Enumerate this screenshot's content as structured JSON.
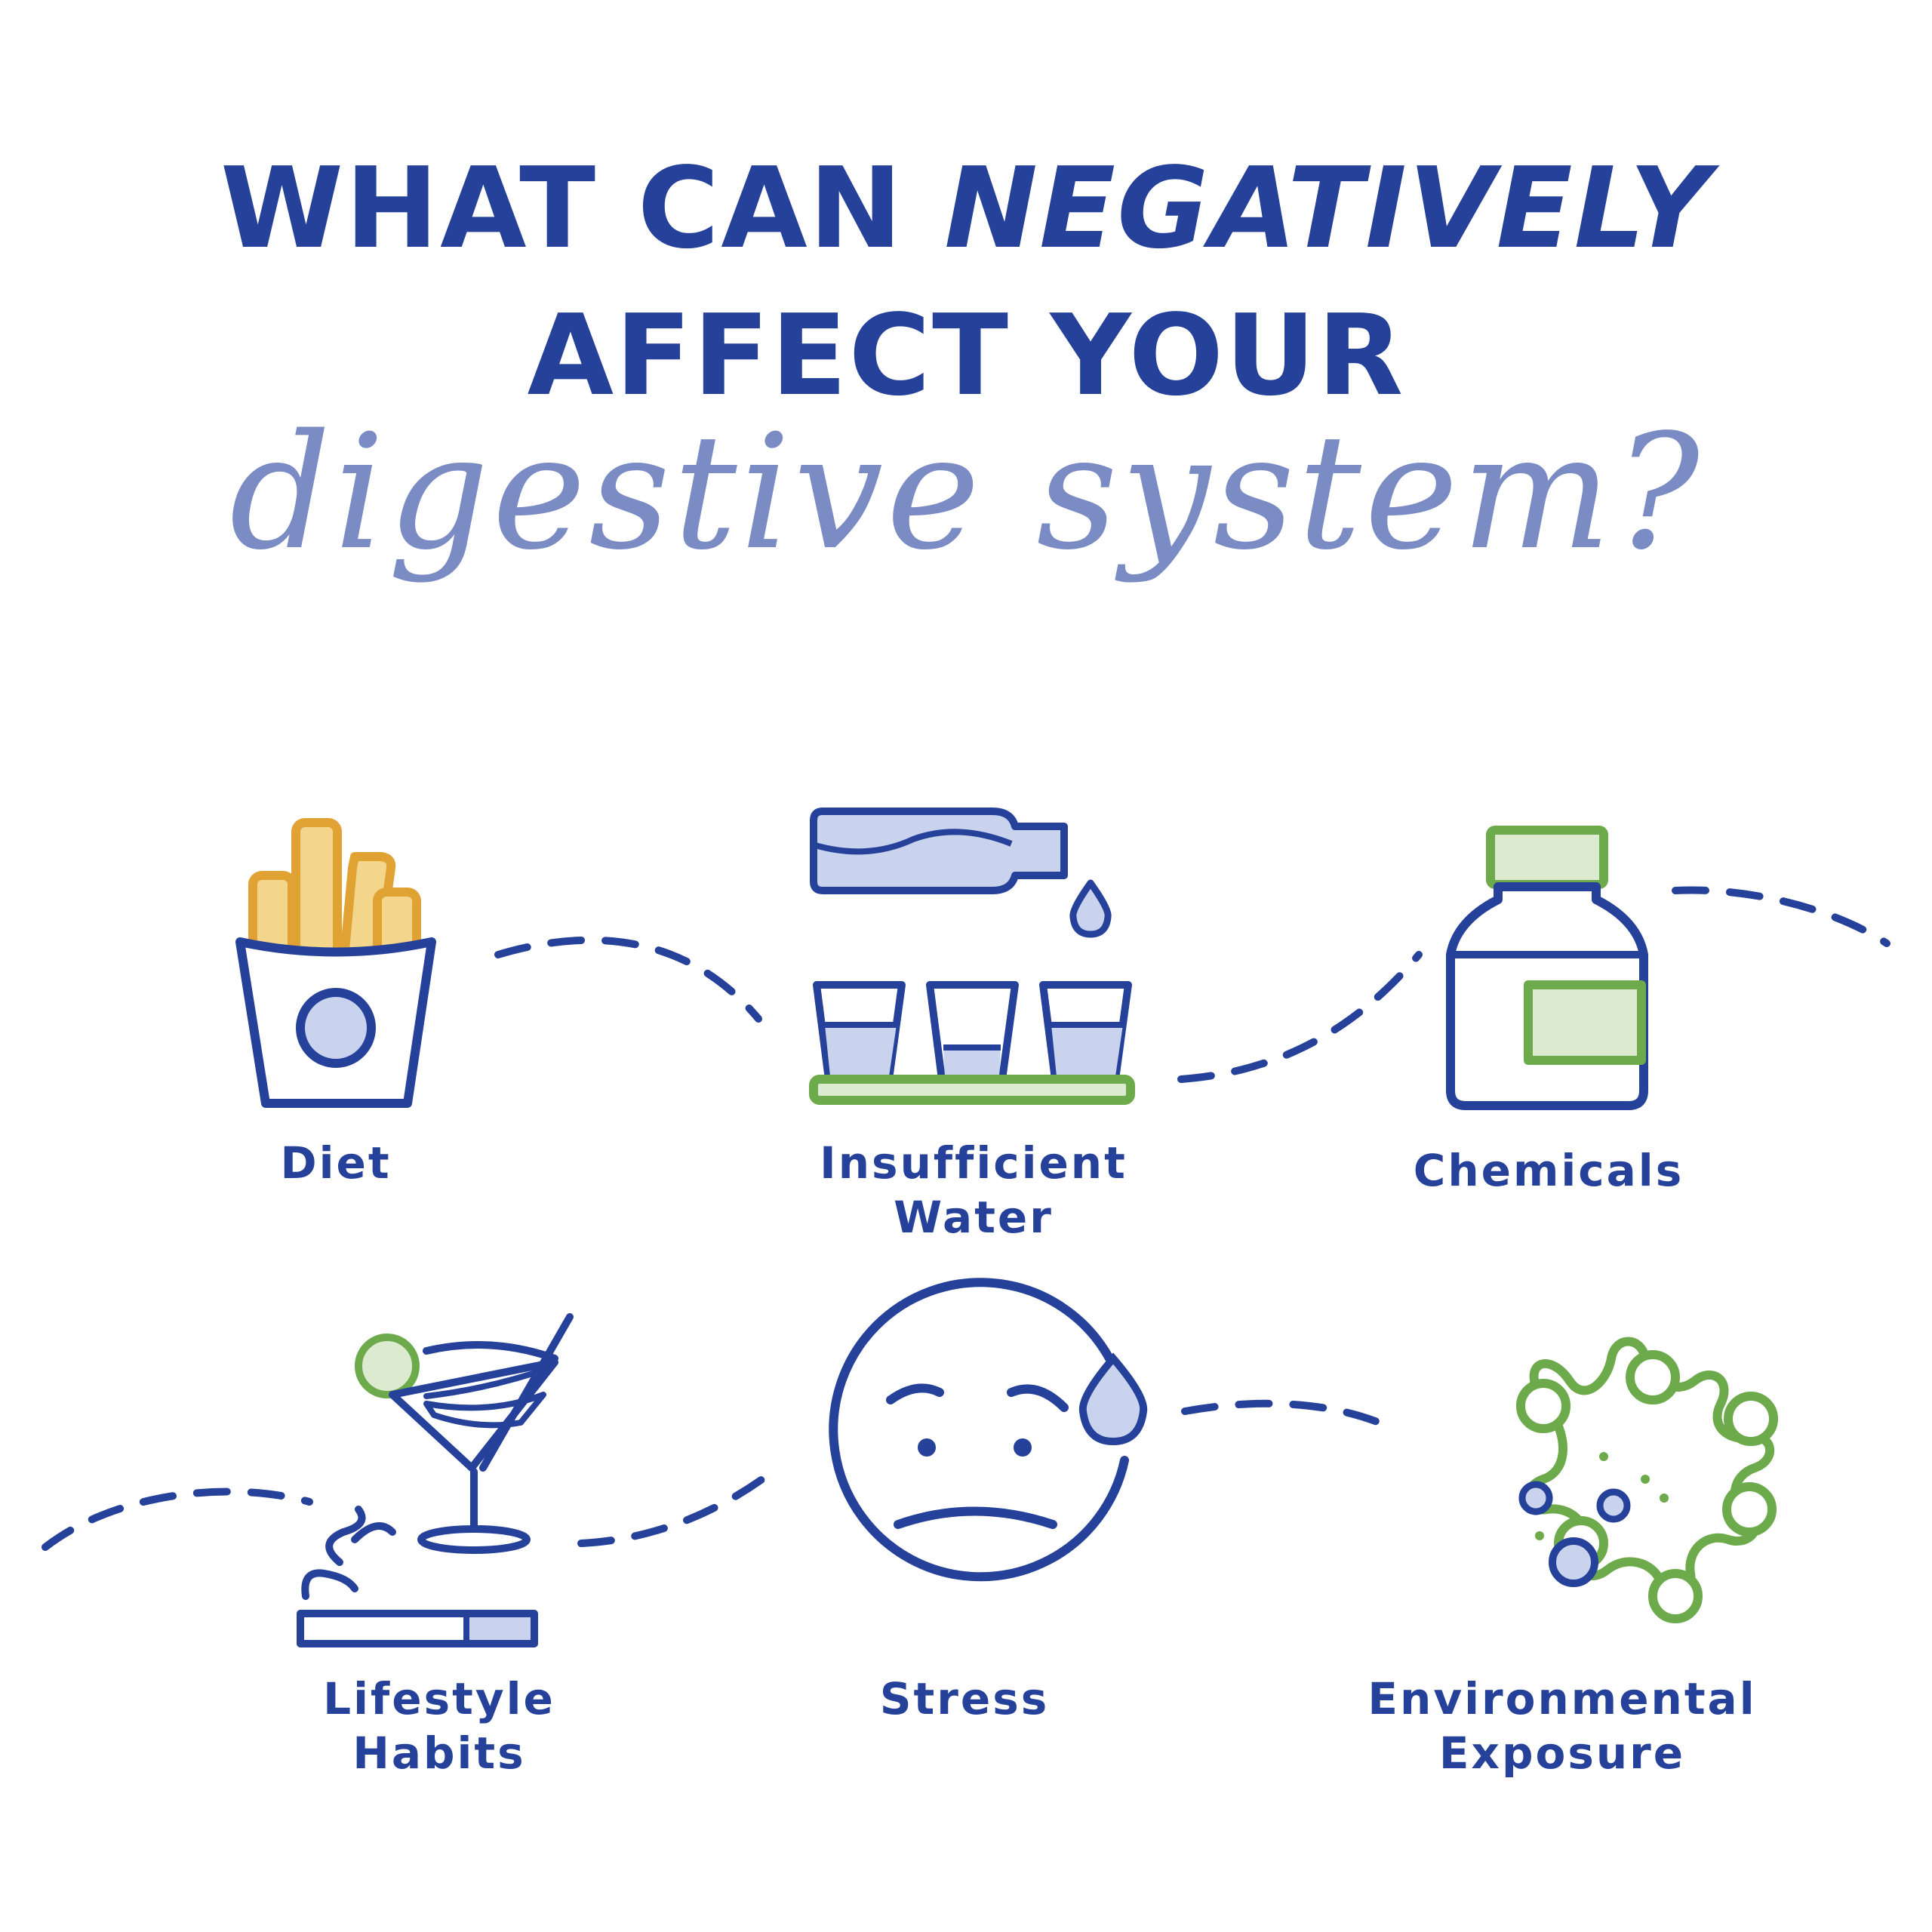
{
  "title": {
    "line1_prefix": "WHAT CAN ",
    "line1_emphasis": "NEGATIVELY",
    "line2": "AFFECT YOUR",
    "line3": "digestive system?"
  },
  "colors": {
    "navy": "#25419a",
    "script": "#7b8bc4",
    "light_blue": "#c9d3ee",
    "green": "#6daa4b",
    "light_green": "#dcebd0",
    "orange": "#e0a233",
    "light_orange": "#f4d58c"
  },
  "items": [
    {
      "label_line1": "Diet",
      "label_line2": "",
      "icon": "french-fries-icon"
    },
    {
      "label_line1": "Insufficient",
      "label_line2": "Water",
      "icon": "water-bottle-glasses-icon"
    },
    {
      "label_line1": "Chemicals",
      "label_line2": "",
      "icon": "chemical-bottle-icon"
    },
    {
      "label_line1": "Lifestyle",
      "label_line2": "Habits",
      "icon": "cocktail-cigarette-icon"
    },
    {
      "label_line1": "Stress",
      "label_line2": "",
      "icon": "stressed-face-icon"
    },
    {
      "label_line1": "Environmental",
      "label_line2": "Exposure",
      "icon": "virus-icon"
    }
  ]
}
